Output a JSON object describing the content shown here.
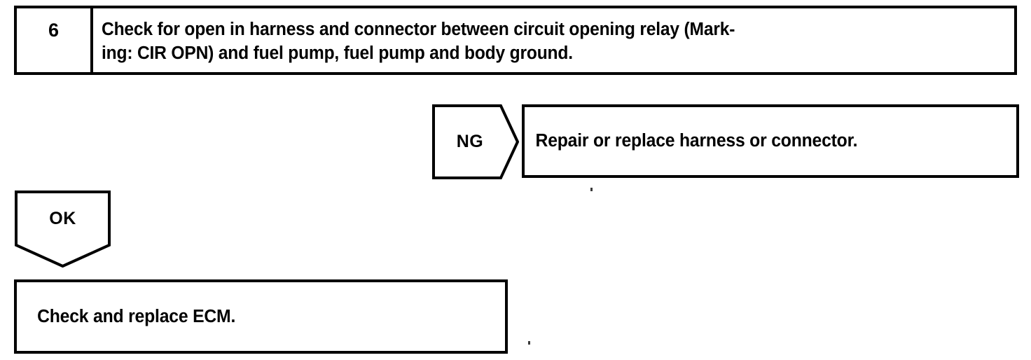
{
  "document": {
    "type": "diagnostic-troubleshooting-flowchart",
    "ink_color": "#000000",
    "page_color": "#ffffff"
  },
  "step": {
    "number": "6",
    "instruction": "Check for open in harness and connector between circuit opening relay (Mark-\ning: CIR OPN) and fuel pump, fuel pump and body ground."
  },
  "branches": {
    "ng": {
      "label": "NG",
      "result": "Repair or replace harness or connector."
    },
    "ok": {
      "label": "OK",
      "result": "Check and replace ECM."
    }
  }
}
